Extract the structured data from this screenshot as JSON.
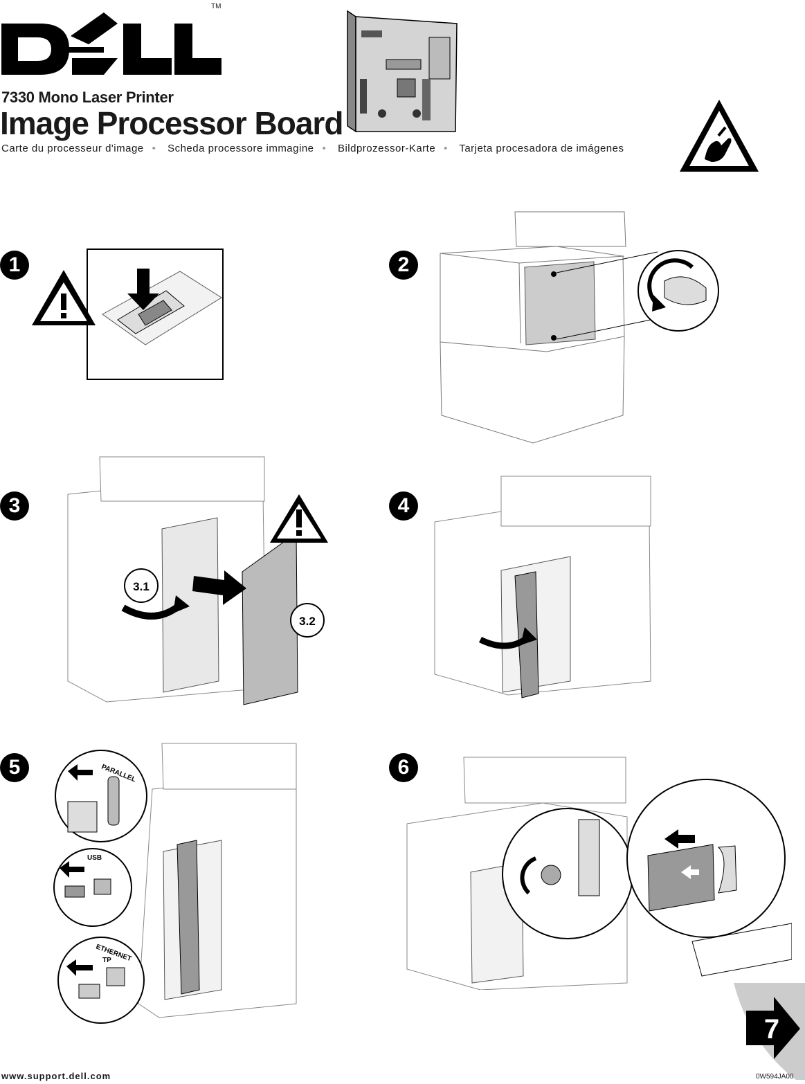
{
  "brand": {
    "logo_text": "DELL",
    "trademark": "TM"
  },
  "header": {
    "subtitle": "7330 Mono Laser Printer",
    "title": "Image Processor Board",
    "translations": [
      "Carte du processeur d'image",
      "Scheda processore immagine",
      "Bildprozessor-Karte",
      "Tarjeta procesadora de imágenes"
    ]
  },
  "steps": [
    {
      "number": "1"
    },
    {
      "number": "2"
    },
    {
      "number": "3",
      "callouts": [
        "3.1",
        "3.2"
      ]
    },
    {
      "number": "4"
    },
    {
      "number": "5",
      "port_labels": [
        "PARALLEL",
        "USB",
        "ETHERNET",
        "TP"
      ]
    },
    {
      "number": "6"
    }
  ],
  "next_page": "7",
  "footer": {
    "url": "www.support.dell.com",
    "doc_code": "0W594JA00"
  },
  "icons": [
    "warning-triangle-icon",
    "esd-hand-icon",
    "power-switch-icon",
    "next-arrow-icon"
  ]
}
